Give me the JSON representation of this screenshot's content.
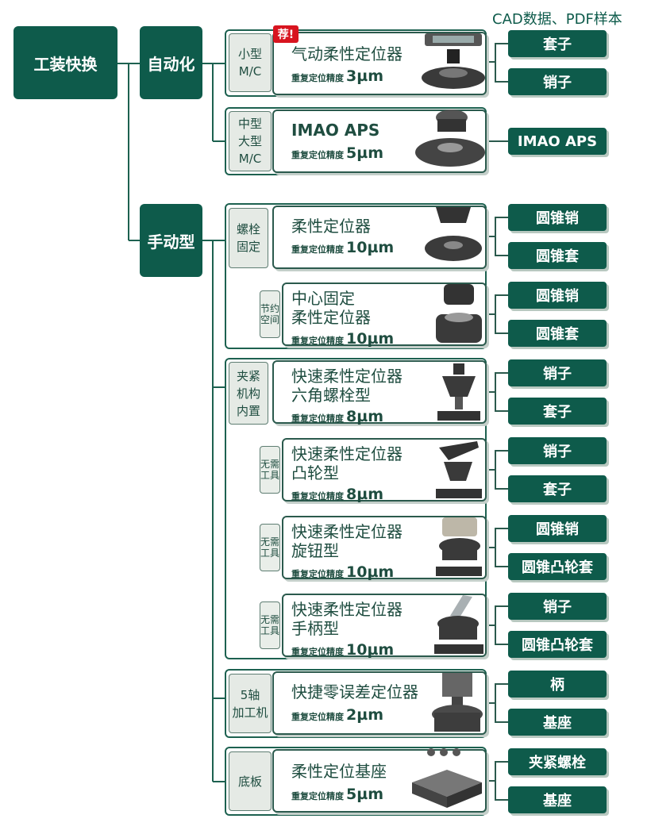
{
  "header": {
    "download_label": "CAD数据、PDF样本"
  },
  "root": {
    "label": "工装快换"
  },
  "groups": {
    "auto": {
      "label": "自动化",
      "small_tag": "小型\nM/C",
      "mid_tag": "中型\n大型\nM/C",
      "new_badge": "荐!"
    },
    "manual": {
      "label": "手动型",
      "bolt_tag": "螺栓\n固定",
      "space_tag": "节约\n空间",
      "clamp_tag": "夹紧\n机构\n内置",
      "notool_tag": "无需\n工具",
      "axis5_tag": "5轴\n加工机",
      "base_tag": "底板"
    }
  },
  "acc_prefix": "重复定位精度",
  "products": [
    {
      "id": "p1",
      "title_lines": [
        "气动柔性定位器"
      ],
      "accuracy": "3µm",
      "buttons": [
        "套子",
        "销子"
      ]
    },
    {
      "id": "p2",
      "title_lines": [
        "IMAO APS"
      ],
      "accuracy": "5µm",
      "buttons": [
        "IMAO APS"
      ]
    },
    {
      "id": "p3",
      "title_lines": [
        "柔性定位器"
      ],
      "accuracy": "10µm",
      "buttons": [
        "圆锥销",
        "圆锥套"
      ]
    },
    {
      "id": "p4",
      "title_lines": [
        "中心固定",
        "柔性定位器"
      ],
      "accuracy": "10µm",
      "buttons": [
        "圆锥销",
        "圆锥套"
      ]
    },
    {
      "id": "p5",
      "title_lines": [
        "快速柔性定位器",
        "六角螺栓型"
      ],
      "accuracy": "8µm",
      "buttons": [
        "销子",
        "套子"
      ]
    },
    {
      "id": "p6",
      "title_lines": [
        "快速柔性定位器",
        "凸轮型"
      ],
      "accuracy": "8µm",
      "buttons": [
        "销子",
        "套子"
      ]
    },
    {
      "id": "p7",
      "title_lines": [
        "快速柔性定位器",
        "旋钮型"
      ],
      "accuracy": "10µm",
      "buttons": [
        "圆锥销",
        "圆锥凸轮套"
      ]
    },
    {
      "id": "p8",
      "title_lines": [
        "快速柔性定位器",
        "手柄型"
      ],
      "accuracy": "10µm",
      "buttons": [
        "销子",
        "圆锥凸轮套"
      ]
    },
    {
      "id": "p9",
      "title_lines": [
        "快捷零误差定位器"
      ],
      "accuracy": "2µm",
      "buttons": [
        "柄",
        "基座"
      ]
    },
    {
      "id": "p10",
      "title_lines": [
        "柔性定位基座"
      ],
      "accuracy": "5µm",
      "buttons": [
        "夹紧螺栓",
        "基座"
      ]
    }
  ],
  "colors": {
    "brand": "#0e5b4b",
    "badge": "#d8141f",
    "tag_bg": "#e5eae5"
  }
}
